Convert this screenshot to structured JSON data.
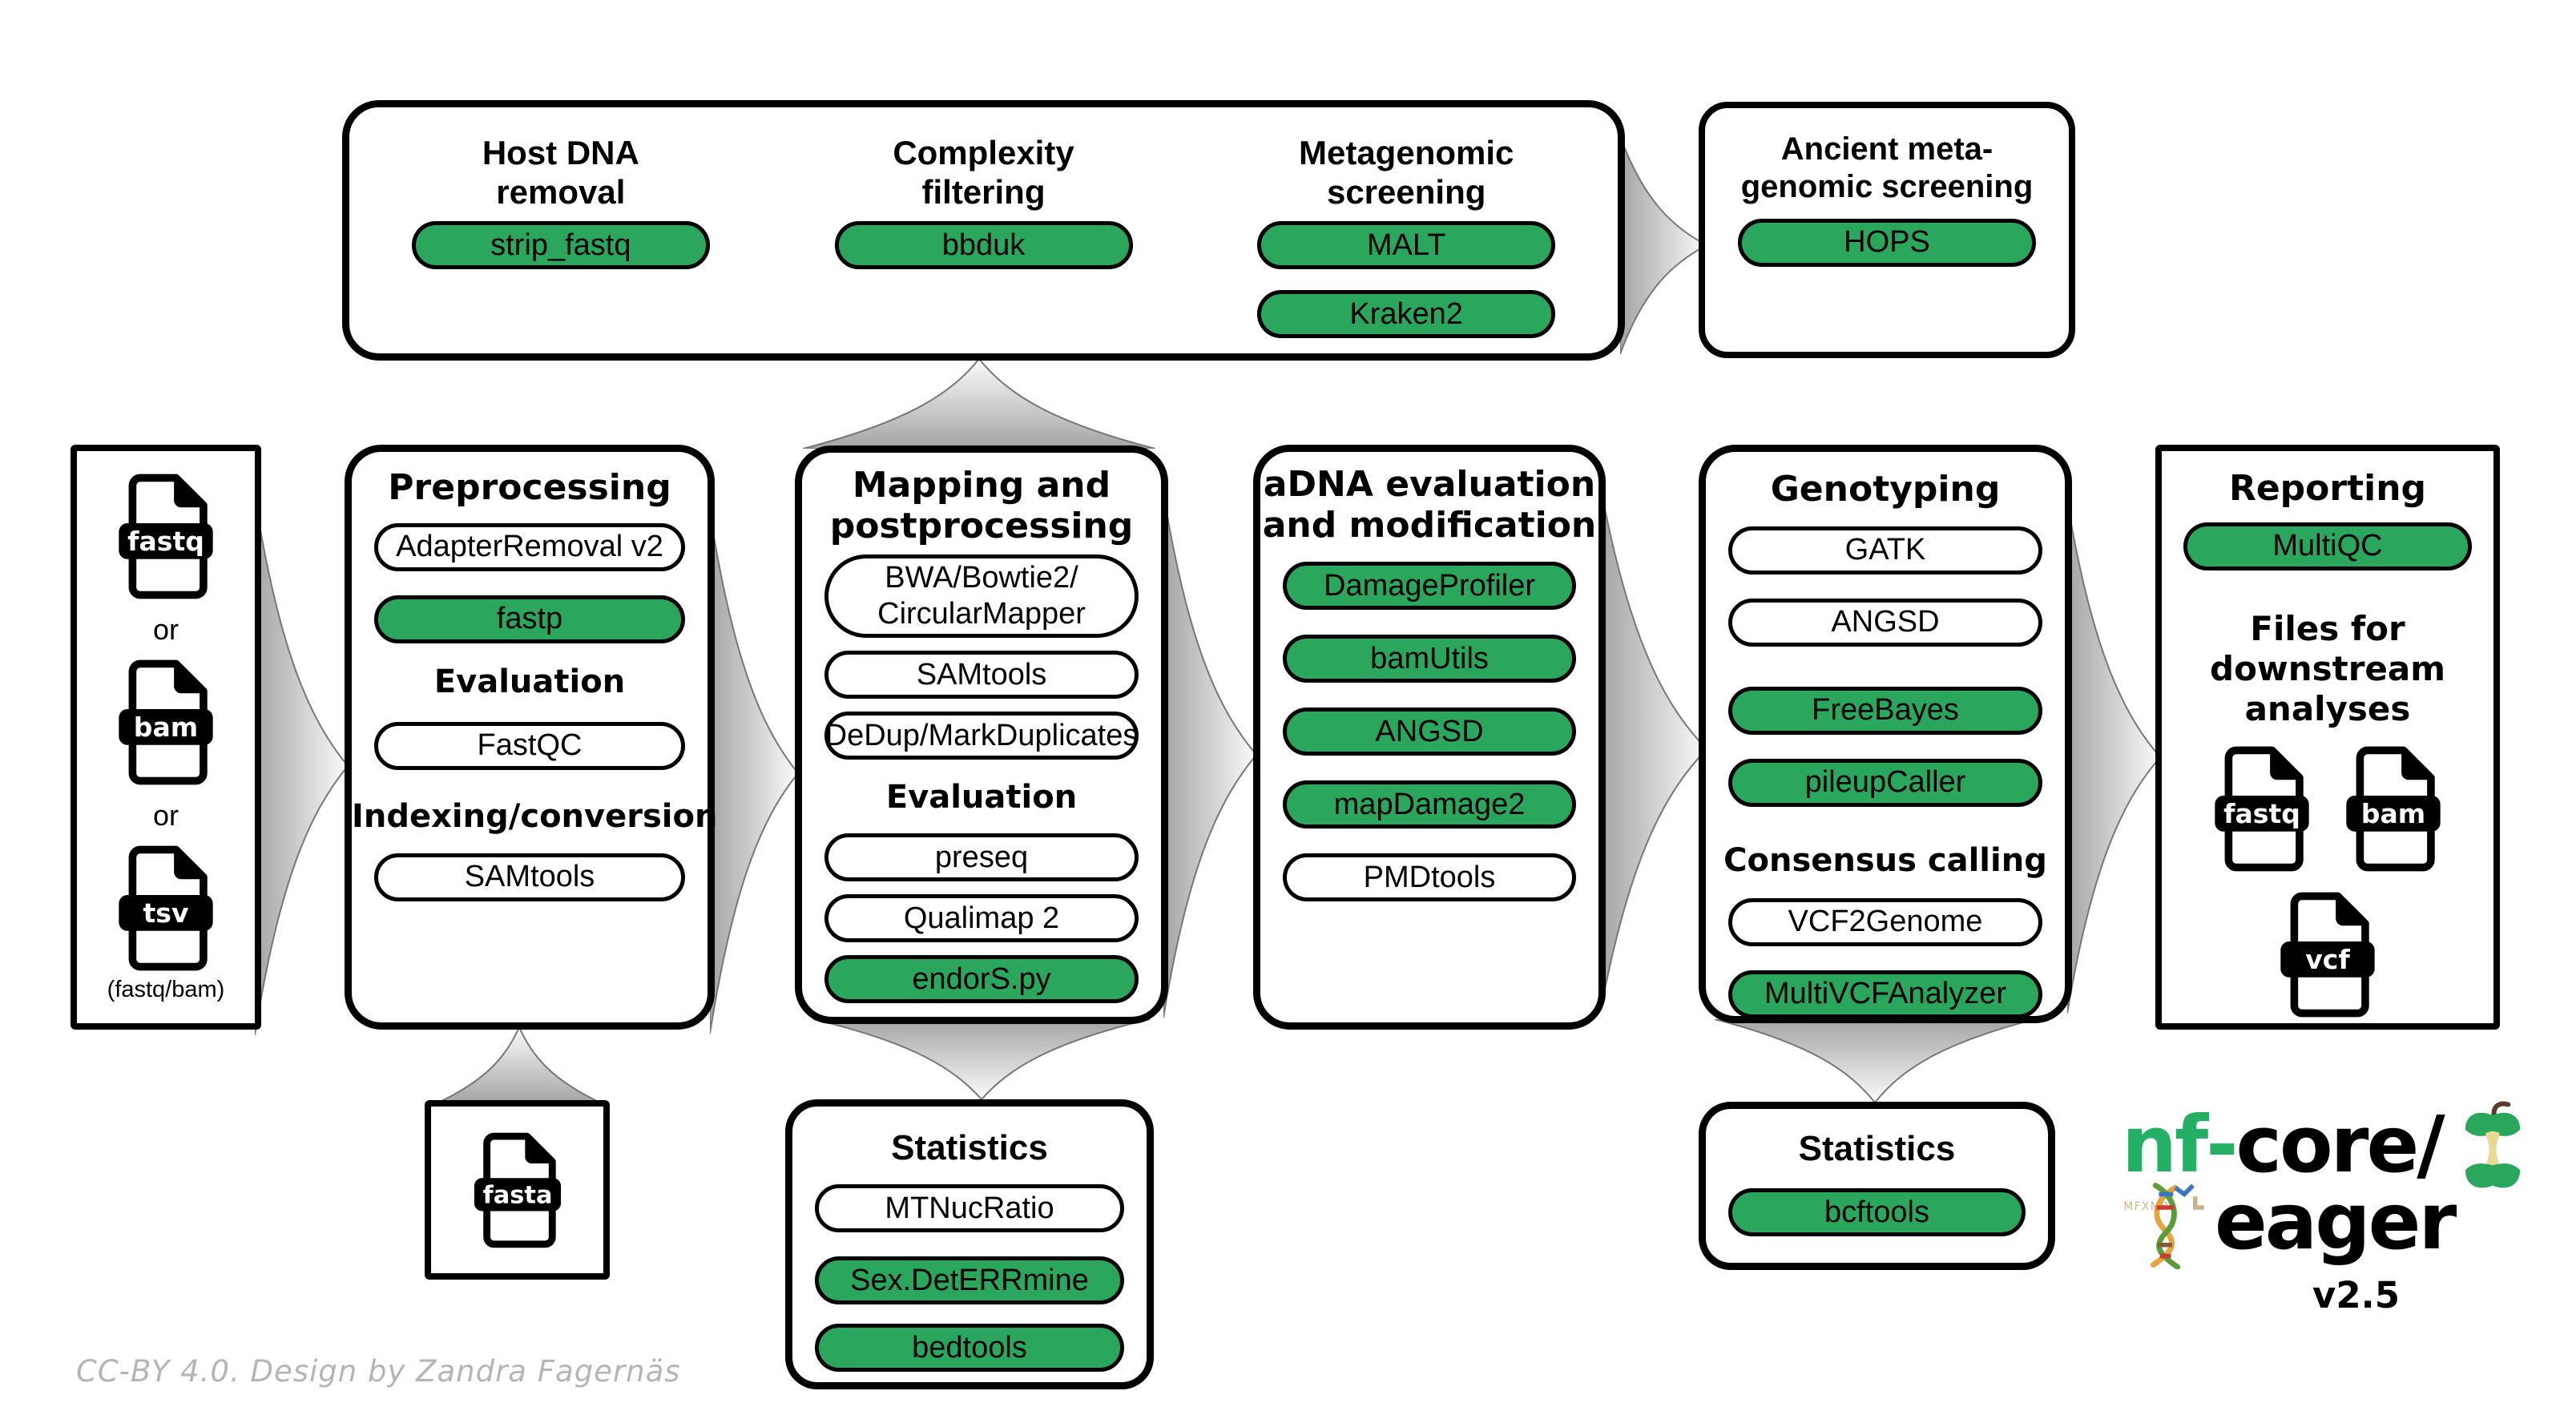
{
  "colors": {
    "pill_green": "#2aa75c",
    "logo_green": "#24b064",
    "arrow_gray": "#a4a4a4"
  },
  "top_pipeline": {
    "sections": [
      {
        "title_lines": [
          "Host DNA",
          "removal"
        ],
        "tools": [
          {
            "label": "strip_fastq",
            "variant": "green"
          }
        ]
      },
      {
        "title_lines": [
          "Complexity",
          "filtering"
        ],
        "tools": [
          {
            "label": "bbduk",
            "variant": "green"
          }
        ]
      },
      {
        "title_lines": [
          "Metagenomic",
          "screening"
        ],
        "tools": [
          {
            "label": "MALT",
            "variant": "green"
          },
          {
            "label": "Kraken2",
            "variant": "green"
          }
        ]
      }
    ]
  },
  "ancient_screening": {
    "title_lines": [
      "Ancient meta-",
      "genomic screening"
    ],
    "tools": [
      {
        "label": "HOPS",
        "variant": "green"
      }
    ]
  },
  "inputs": {
    "files": [
      {
        "label": "fastq"
      },
      {
        "label": "bam"
      },
      {
        "label": "tsv"
      }
    ],
    "or_label_1": "or",
    "or_label_2": "or",
    "note": "(fastq/bam)"
  },
  "preprocessing": {
    "title": "Preprocessing",
    "tools": [
      {
        "label": "AdapterRemoval v2",
        "variant": "white"
      },
      {
        "label": "fastp",
        "variant": "green"
      }
    ],
    "evaluation_header": "Evaluation",
    "evaluation_tools": [
      {
        "label": "FastQC",
        "variant": "white"
      }
    ],
    "indexing_header": "Indexing/conversion",
    "indexing_tools": [
      {
        "label": "SAMtools",
        "variant": "white"
      }
    ]
  },
  "mapping": {
    "title_lines": [
      "Mapping and",
      "postprocessing"
    ],
    "tools": [
      {
        "label_lines": [
          "BWA/Bowtie2/",
          "CircularMapper"
        ],
        "variant": "white"
      },
      {
        "label": "SAMtools",
        "variant": "white"
      },
      {
        "label": "DeDup/MarkDuplicates",
        "variant": "white"
      }
    ],
    "evaluation_header": "Evaluation",
    "evaluation_tools": [
      {
        "label": "preseq",
        "variant": "white"
      },
      {
        "label": "Qualimap 2",
        "variant": "white"
      },
      {
        "label": "endorS.py",
        "variant": "green"
      }
    ]
  },
  "adna": {
    "title_lines": [
      "aDNA evaluation",
      "and modification"
    ],
    "tools": [
      {
        "label": "DamageProfiler",
        "variant": "green"
      },
      {
        "label": "bamUtils",
        "variant": "green"
      },
      {
        "label": "ANGSD",
        "variant": "green"
      },
      {
        "label": "mapDamage2",
        "variant": "green"
      },
      {
        "label": "PMDtools",
        "variant": "white"
      }
    ]
  },
  "genotyping": {
    "title": "Genotyping",
    "tools": [
      {
        "label": "GATK",
        "variant": "white"
      },
      {
        "label": "ANGSD",
        "variant": "white"
      },
      {
        "label": "FreeBayes",
        "variant": "green"
      },
      {
        "label": "pileupCaller",
        "variant": "green"
      }
    ],
    "consensus_header": "Consensus calling",
    "consensus_tools": [
      {
        "label": "VCF2Genome",
        "variant": "white"
      },
      {
        "label": "MultiVCFAnalyzer",
        "variant": "green"
      }
    ]
  },
  "reporting": {
    "title": "Reporting",
    "tools": [
      {
        "label": "MultiQC",
        "variant": "green"
      }
    ],
    "files_header_lines": [
      "Files for downstream",
      "analyses"
    ],
    "files": [
      {
        "label": "fastq"
      },
      {
        "label": "bam"
      },
      {
        "label": "vcf"
      }
    ]
  },
  "reference": {
    "files": [
      {
        "label": "fasta"
      }
    ]
  },
  "statistics_mapping": {
    "title": "Statistics",
    "tools": [
      {
        "label": "MTNucRatio",
        "variant": "white"
      },
      {
        "label": "Sex.DetERRmine",
        "variant": "green"
      },
      {
        "label": "bedtools",
        "variant": "green"
      }
    ]
  },
  "statistics_genotyping": {
    "title": "Statistics",
    "tools": [
      {
        "label": "bcftools",
        "variant": "green"
      }
    ]
  },
  "logo": {
    "prefix": "nf",
    "dash": "-",
    "core": "core/",
    "name": "eager",
    "version": "v2.5",
    "runes": "MFXMR"
  },
  "attribution": "CC-BY 4.0. Design by Zandra Fagernäs"
}
